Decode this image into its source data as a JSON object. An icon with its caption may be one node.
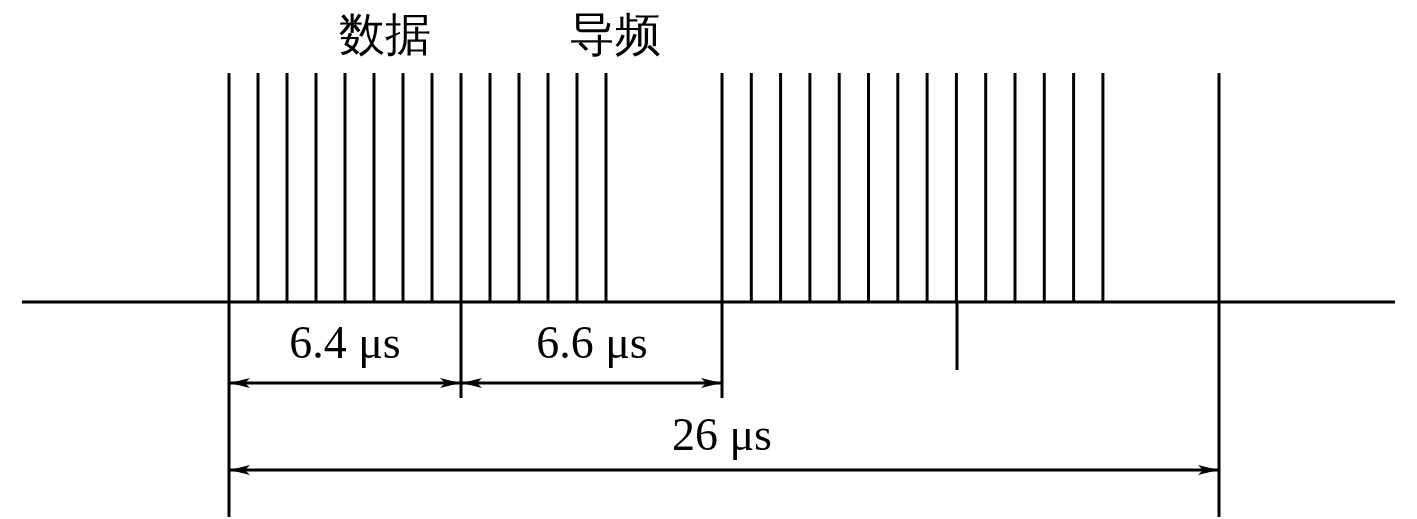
{
  "diagram": {
    "labels": [
      "数据",
      "导频",
      "6.4 μs",
      "6.6 μs",
      "26 μs"
    ]
  }
}
